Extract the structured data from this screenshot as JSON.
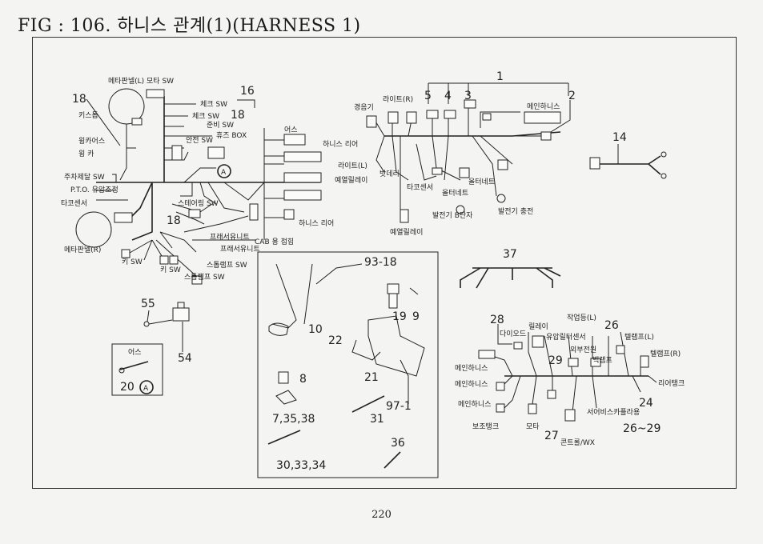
{
  "title": "FIG : 106. 하니스 관계(1)(HARNESS 1)",
  "page_number": "220",
  "left_group": {
    "labels": {
      "meter_panel_l_motor_sw": "메타판넬(L) 모타 SW",
      "check_sw_1": "체크 SW",
      "check_sw_2": "체크 SW",
      "ready_sw": "준비 SW",
      "fuse_box": "휴즈 BOX",
      "key_switch": "키스톱",
      "winker_relay": "윙카어스",
      "winker": "윙 카",
      "safety_sw": "안전 SW",
      "parking_brake_sw": "주차제달 SW",
      "pto_oil_pressure": "P.T.O. 유압조정",
      "tacho_sensor": "타코센서",
      "steering_sw": "스테어링 SW",
      "meter_panel_r": "메타판넬(R)",
      "key_sw_1": "키 SW",
      "key_sw_2": "키 SW",
      "stop_lamp_sw_1": "스톱램프 SW",
      "stop_lamp_sw_2": "스톱램프 SW",
      "frame_unit_1": "프래서유니트",
      "frame_unit_2": "프래서유니트",
      "cab_connection": "CAB 용 접힘",
      "earth": "어스",
      "harness_rear_1": "하니스 리어",
      "harness_rear_2": "하니스 리어",
      "earth_box": "어스"
    },
    "numbers": {
      "n16": "16",
      "n18a": "18",
      "n18b": "18",
      "n18c": "18",
      "n55": "55",
      "n54": "54",
      "n20": "20",
      "circle_a": "A"
    }
  },
  "right_top_group": {
    "labels": {
      "horn": "경음기",
      "light_r": "라이트(R)",
      "light_l": "라이트(L)",
      "battery": "밧데리",
      "preheat_relay": "예열릴레이",
      "preheat_relay_2": "예열릴레이",
      "main_harness": "메인하니스",
      "tacho_sensor": "타코센서",
      "starter_1": "올터네트",
      "starter_2": "올터네트",
      "generator_b": "발전기 B단자",
      "generator_charge": "발전기 충전"
    },
    "numbers": {
      "n1": "1",
      "n2": "2",
      "n3": "3",
      "n4": "4",
      "n5": "5",
      "n14": "14",
      "n37": "37"
    }
  },
  "center_group": {
    "numbers": {
      "n93_18": "93-18",
      "n19": "19",
      "n9": "9",
      "n10": "10",
      "n22": "22",
      "n21": "21",
      "n8": "8",
      "n7_35_38": "7,35,38",
      "n97_1": "97-1",
      "n31": "31",
      "n36": "36",
      "n30_33_34": "30,33,34"
    }
  },
  "right_bottom_group": {
    "labels": {
      "relay": "릴레이",
      "diode": "다이오드",
      "oil_temp_sensor": "유압릴터센서",
      "work_light_l": "작업등(L)",
      "tail_lamp_l": "텔램프(L)",
      "tail_lamp_r": "텔램프(R)",
      "external_power": "외부전원",
      "back_lamp": "백램프",
      "main_harness_1": "메인하니스",
      "main_harness_2": "메인하니스",
      "main_harness_3": "메인하니스",
      "rear_tank": "리어탱크",
      "aux_tank": "보조탱크",
      "motor": "모타",
      "service_coupler": "서어비스카플라용",
      "control_wx": "콘트롤/WX"
    },
    "numbers": {
      "n28": "28",
      "n26": "26",
      "n29": "29",
      "n24": "24",
      "n27": "27",
      "n26_29": "26~29"
    }
  }
}
